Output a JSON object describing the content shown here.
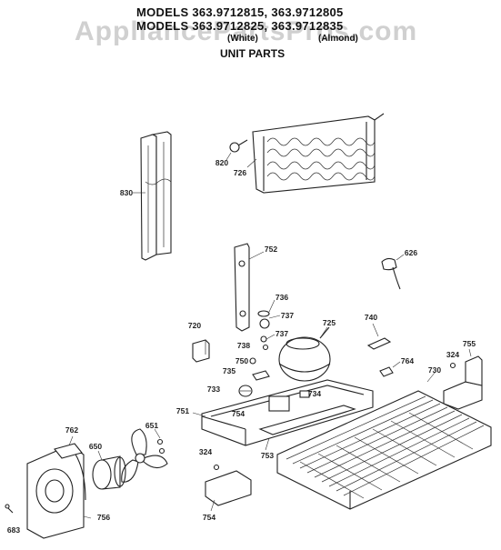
{
  "header": {
    "title_line1": "MODELS 363.9712815, 363.9712805",
    "title_line2": "MODELS 363.9712825, 363.9712835",
    "white_label": "(White)",
    "almond_label": "(Almond)",
    "unit_parts": "UNIT PARTS"
  },
  "watermark": "AppliancePartsPros.com",
  "parts": [
    "830",
    "820",
    "726",
    "752",
    "626",
    "736",
    "737",
    "720",
    "725",
    "740",
    "737b",
    "738",
    "750",
    "735",
    "764",
    "324a",
    "755",
    "730",
    "733",
    "734",
    "754a",
    "751",
    "651",
    "762",
    "650",
    "324b",
    "753",
    "756",
    "754b",
    "683"
  ],
  "labels": {
    "830": "830",
    "820": "820",
    "726": "726",
    "752": "752",
    "626": "626",
    "736": "736",
    "737": "737",
    "720": "720",
    "725": "725",
    "740": "740",
    "737b": "737",
    "738": "738",
    "750": "750",
    "735": "735",
    "764": "764",
    "324a": "324",
    "755": "755",
    "730": "730",
    "733": "733",
    "734": "734",
    "754a": "754",
    "751": "751",
    "651": "651",
    "762": "762",
    "650": "650",
    "324b": "324",
    "753": "753",
    "756": "756",
    "754b": "754",
    "683": "683"
  }
}
